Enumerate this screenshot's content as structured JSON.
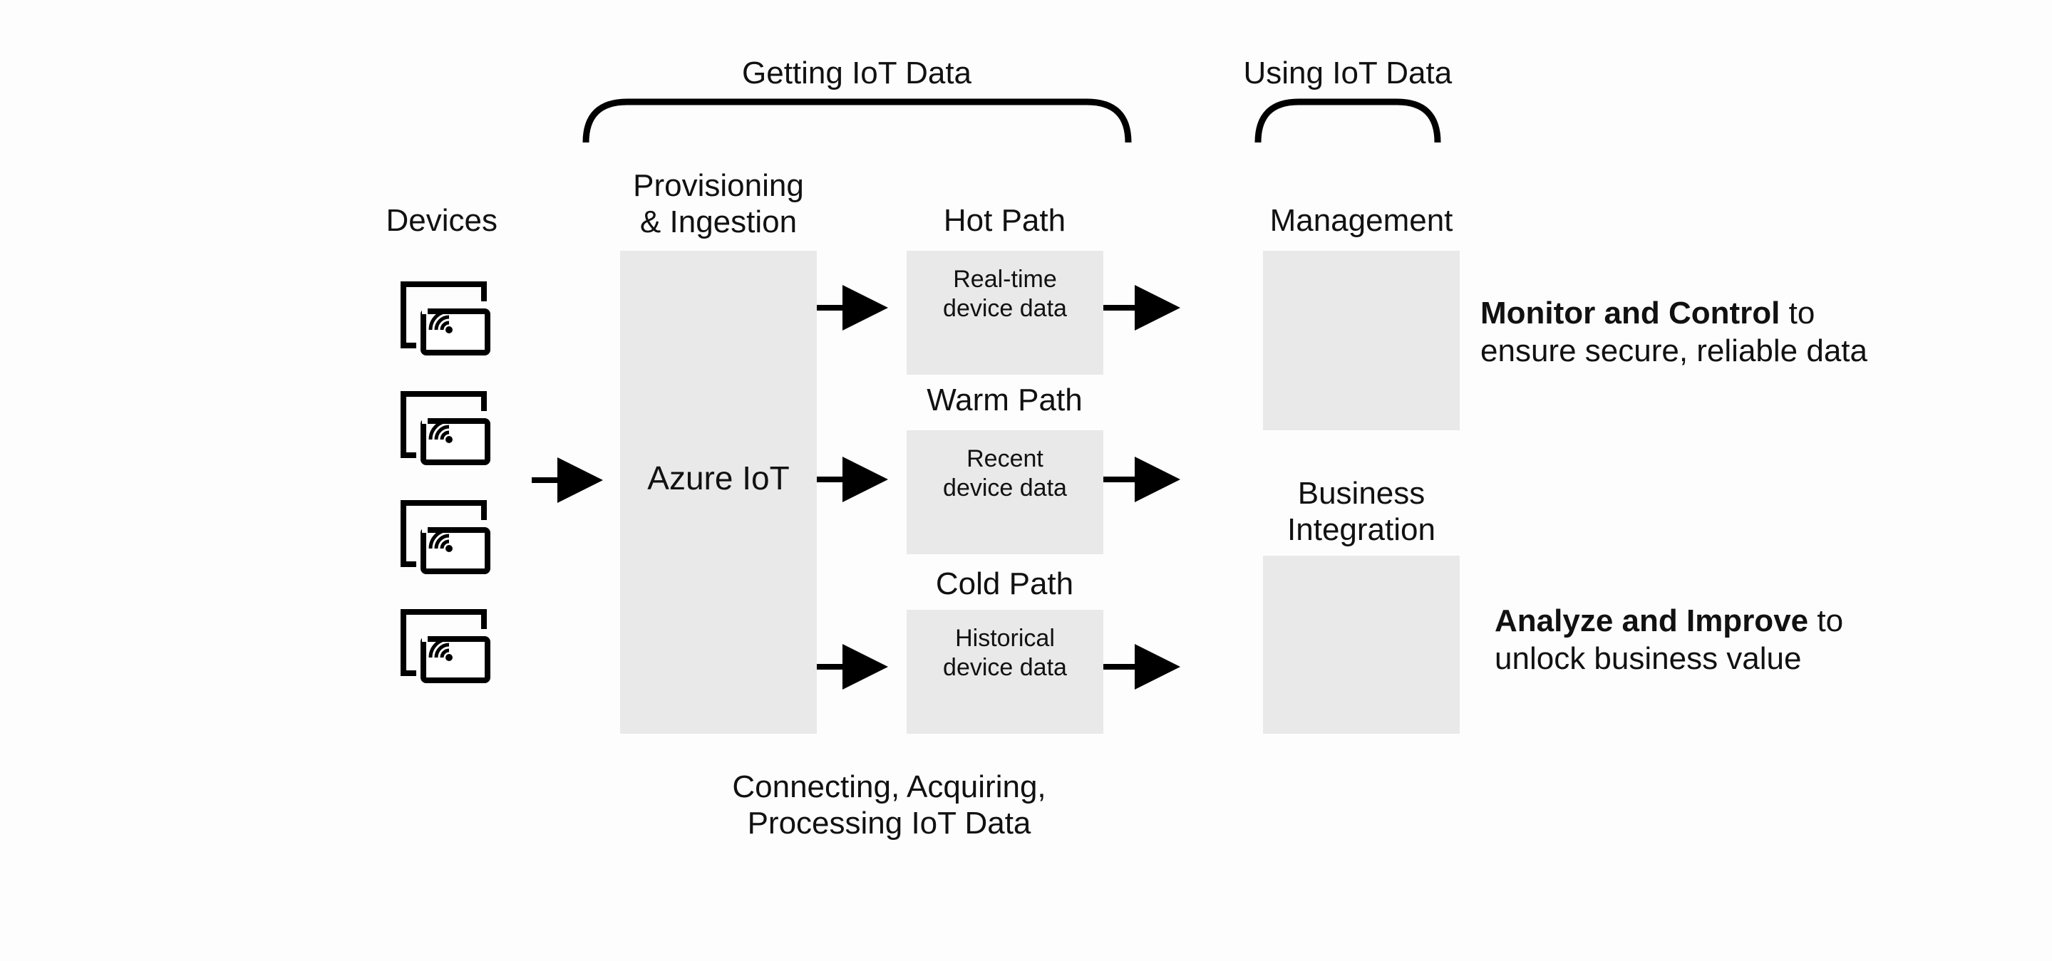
{
  "headers": {
    "getting": "Getting IoT Data",
    "using": "Using IoT Data"
  },
  "columns": {
    "devices": "Devices",
    "provisioning_line1": "Provisioning",
    "provisioning_line2": "& Ingestion",
    "hot": "Hot Path",
    "warm": "Warm Path",
    "cold": "Cold Path",
    "management": "Management",
    "business_line1": "Business",
    "business_line2": "Integration"
  },
  "boxes": {
    "azure": "Azure IoT",
    "hot_line1": "Real-time",
    "hot_line2": "device data",
    "warm_line1": "Recent",
    "warm_line2": "device data",
    "cold_line1": "Historical",
    "cold_line2": "device data"
  },
  "outcomes": {
    "monitor_bold": "Monitor and Control",
    "monitor_rest1": " to",
    "monitor_rest2": "ensure secure, reliable data",
    "analyze_bold": "Analyze and Improve",
    "analyze_rest1": " to",
    "analyze_rest2": "unlock business value"
  },
  "footer": {
    "line1": "Connecting, Acquiring,",
    "line2": "Processing IoT Data"
  },
  "devices": [
    {
      "icon": "device-wireless-icon"
    },
    {
      "icon": "device-wireless-icon"
    },
    {
      "icon": "device-wireless-icon"
    },
    {
      "icon": "device-wireless-icon"
    }
  ],
  "colors": {
    "box_fill": "#e9e9e9",
    "ink": "#111111"
  }
}
